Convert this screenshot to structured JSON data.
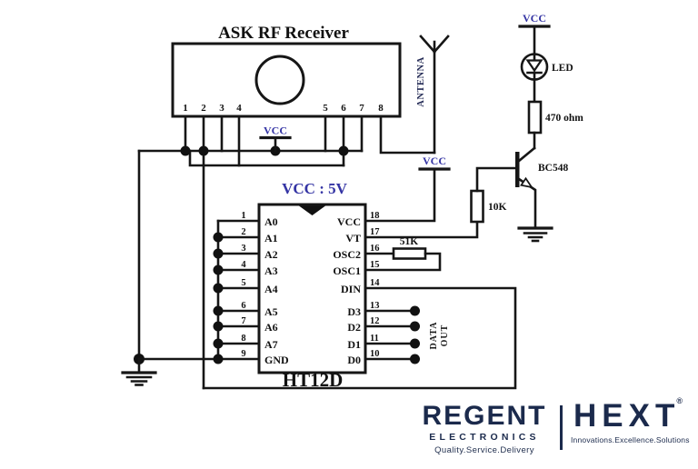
{
  "diagram": {
    "receiver": {
      "title": "ASK RF Receiver",
      "pins": [
        "1",
        "2",
        "3",
        "4",
        "5",
        "6",
        "7",
        "8"
      ]
    },
    "vcc": "VCC",
    "vcc5v": "VCC : 5V",
    "antenna": "ANTENNA",
    "ic": {
      "name": "HT12D",
      "left_pins": [
        {
          "num": "1",
          "label": "A0"
        },
        {
          "num": "2",
          "label": "A1"
        },
        {
          "num": "3",
          "label": "A2"
        },
        {
          "num": "4",
          "label": "A3"
        },
        {
          "num": "5",
          "label": "A4"
        },
        {
          "num": "6",
          "label": "A5"
        },
        {
          "num": "7",
          "label": "A6"
        },
        {
          "num": "8",
          "label": "A7"
        },
        {
          "num": "9",
          "label": "GND"
        }
      ],
      "right_pins": [
        {
          "num": "18",
          "label": "VCC"
        },
        {
          "num": "17",
          "label": "VT"
        },
        {
          "num": "16",
          "label": "OSC2"
        },
        {
          "num": "15",
          "label": "OSC1"
        },
        {
          "num": "14",
          "label": "DIN"
        },
        {
          "num": "13",
          "label": "D3"
        },
        {
          "num": "12",
          "label": "D2"
        },
        {
          "num": "11",
          "label": "D1"
        },
        {
          "num": "10",
          "label": "D0"
        }
      ]
    },
    "components": {
      "r_osc": "51K",
      "r_base": "10K",
      "r_led": "470 ohm",
      "led": "LED",
      "transistor": "BC548"
    },
    "data_out": {
      "line1": "DATA",
      "line2": "OUT"
    }
  },
  "branding": {
    "regent": {
      "name": "REGENT",
      "sub": "ELECTRONICS",
      "tagline": "Quality.Service.Delivery"
    },
    "hext": {
      "name": "HEXT",
      "reg": "®",
      "tagline": "Innovations.Excellence.Solutions"
    }
  },
  "colors": {
    "wire": "#161616",
    "vcc_blue": "#3434a4",
    "logo_navy": "#1b2a4c"
  }
}
